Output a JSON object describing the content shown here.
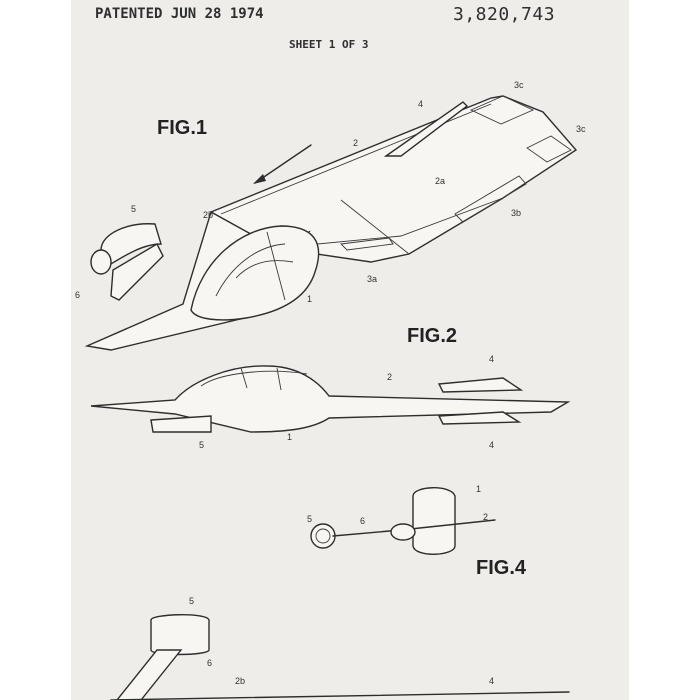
{
  "header": {
    "patented": "PATENTED JUN 28 1974",
    "patent_number": "3,820,743",
    "sheet": "SHEET 1 OF 3"
  },
  "figures": {
    "fig1": "FIG.1",
    "fig2": "FIG.2",
    "fig4": "FIG.4"
  },
  "refs": {
    "fig1": [
      "4",
      "3c",
      "3c",
      "2",
      "2a",
      "3b",
      "5",
      "2b",
      "6",
      "3a",
      "1"
    ],
    "fig2": [
      "4",
      "2",
      "5",
      "1",
      "4"
    ],
    "fig4": [
      "1",
      "5",
      "6",
      "2"
    ],
    "fig3": [
      "5",
      "6",
      "2b",
      "4"
    ]
  },
  "colors": {
    "paper": "#efedea",
    "ink": "#2e2e2e"
  }
}
